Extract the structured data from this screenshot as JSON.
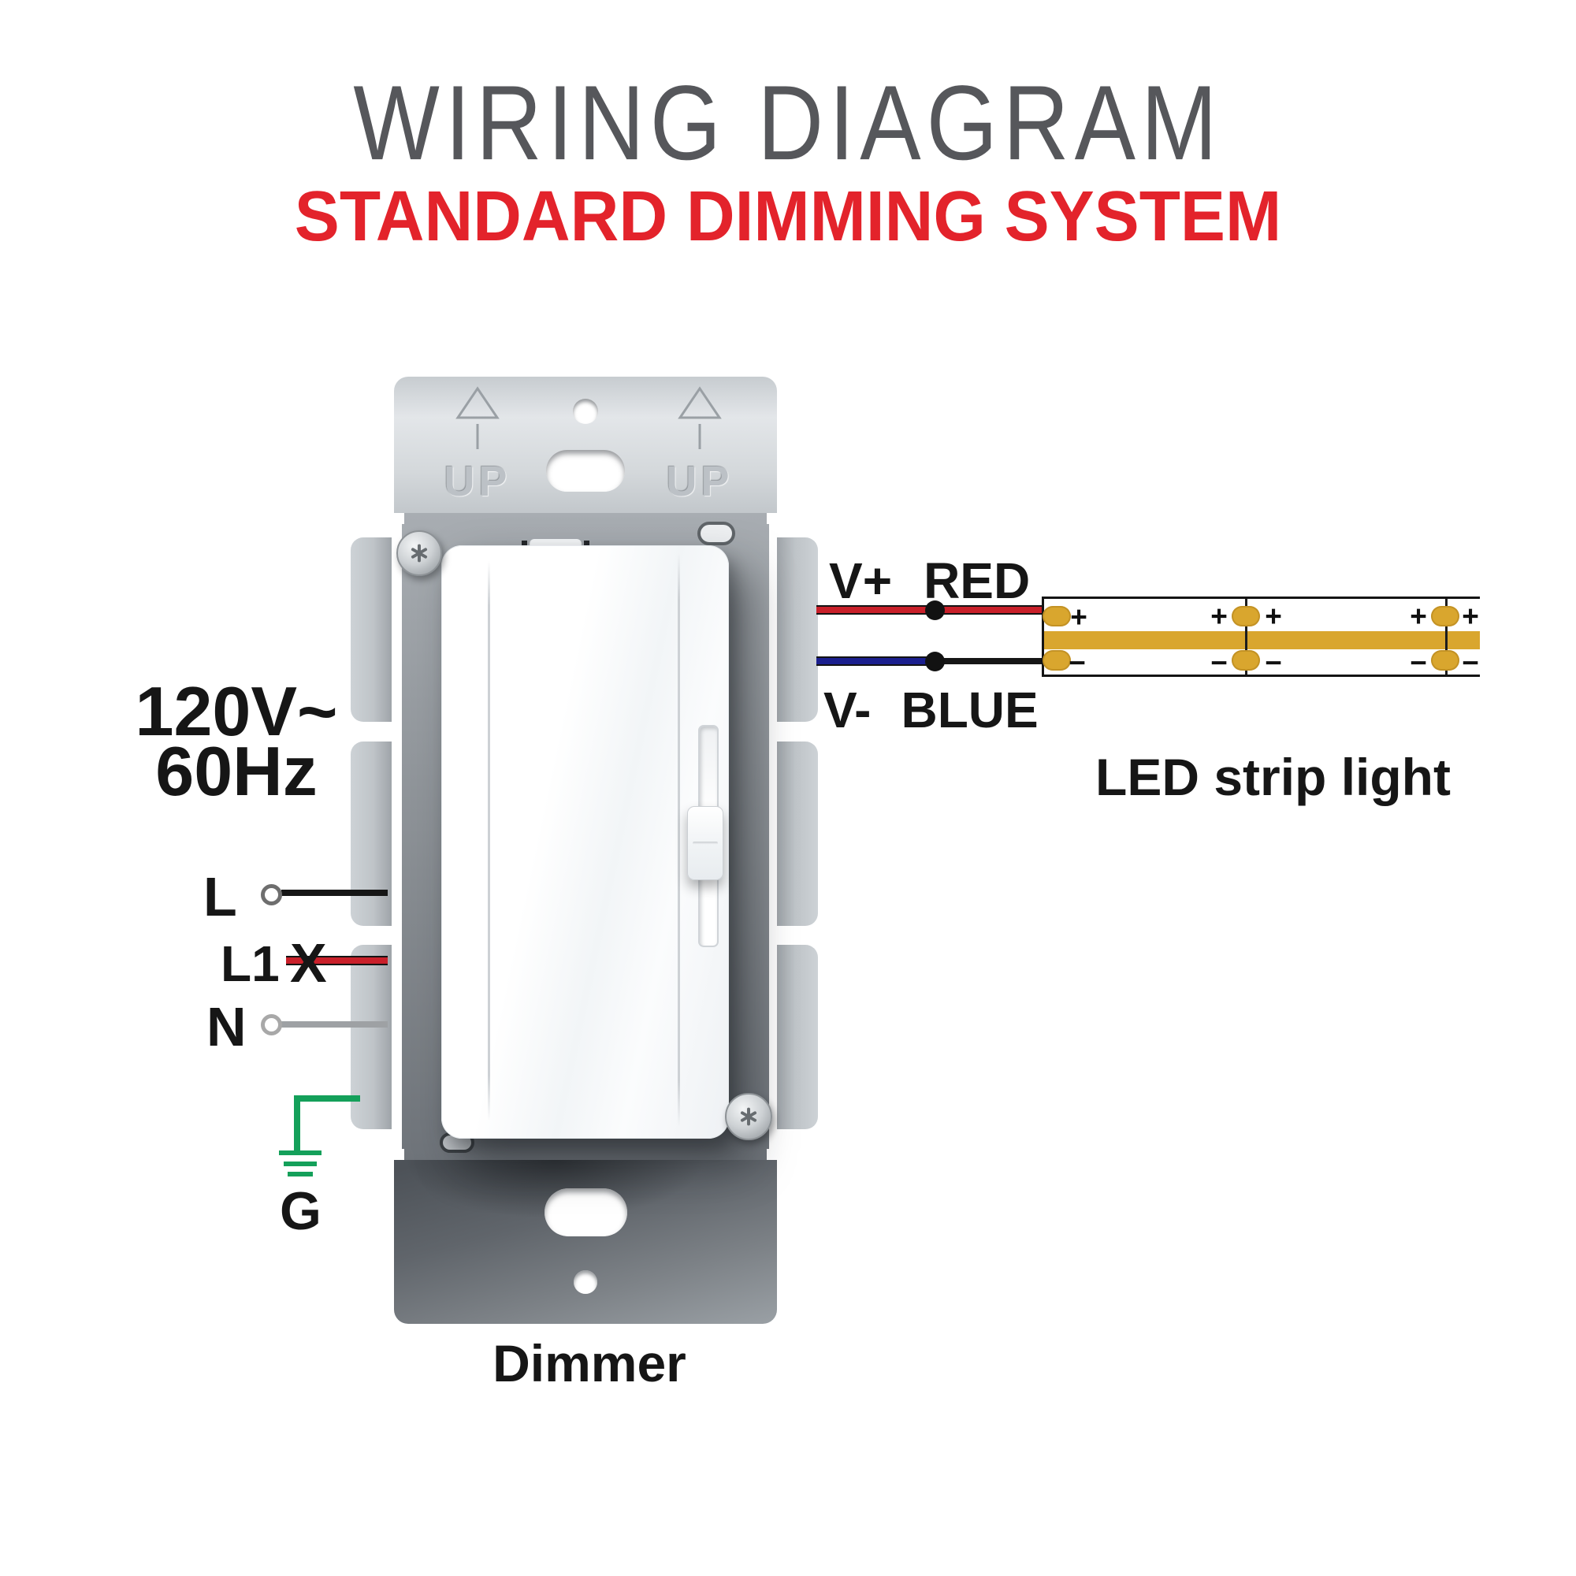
{
  "header": {
    "title": "WIRING DIAGRAM",
    "subtitle": "STANDARD DIMMING SYSTEM"
  },
  "plate": {
    "up_left": "UP",
    "up_right": "UP"
  },
  "device": {
    "label": "Dimmer"
  },
  "power": {
    "voltage": "120V~",
    "frequency": "60Hz",
    "line_label": "L",
    "load_label": "L1",
    "cross_mark": "X",
    "neutral_label": "N",
    "ground_label": "G"
  },
  "output": {
    "vplus_label": "V+",
    "vplus_wire_name": "RED",
    "vminus_label": "V-",
    "vminus_wire_name": "BLUE"
  },
  "strip": {
    "label": "LED strip light",
    "plus": "+",
    "minus": "−"
  },
  "colors": {
    "accent_red": "#e3232b",
    "title_gray": "#56575b",
    "wire_red": "#c9202a",
    "wire_blue": "#1b1f8e",
    "wire_green": "#14a05a",
    "wire_gray": "#9ea1a4",
    "wire_black": "#161616",
    "gold": "#d9a62e"
  }
}
